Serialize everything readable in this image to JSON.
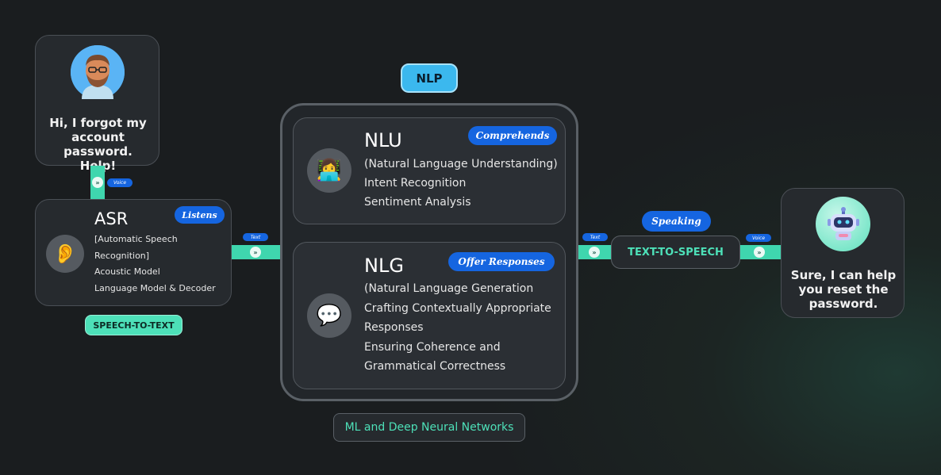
{
  "user": {
    "message_lines": [
      "Hi, I forgot my",
      "account password.",
      "Help!"
    ]
  },
  "voice_tag_left": "Voice",
  "asr": {
    "title": "ASR",
    "badge": "Listens",
    "lines": [
      "[Automatic Speech",
      "Recognition]",
      "Acoustic Model",
      "Language Model & Decoder"
    ],
    "footer": "SPEECH-TO-TEXT",
    "icon": "ear-icon"
  },
  "text_tag_left": "Text",
  "nlp": {
    "label": "NLP"
  },
  "nlu": {
    "title": "NLU",
    "badge": "Comprehends",
    "lines": [
      "(Natural Language Understanding)",
      "Intent Recognition",
      "Sentiment Analysis"
    ],
    "icon": "technologist-icon"
  },
  "nlg": {
    "title": "NLG",
    "badge": "Offer Responses",
    "lines": [
      "(Natural Language Generation",
      "Crafting Contextually Appropriate",
      "Responses",
      "Ensuring Coherence and",
      "Grammatical Correctness"
    ],
    "icon": "speech-bubble-icon"
  },
  "ml_label": "ML and Deep Neural Networks",
  "text_tag_right": "Text",
  "tts": {
    "badge": "Speaking",
    "label": "TEXT-TO-SPEECH"
  },
  "voice_tag_right": "Voice",
  "bot": {
    "message_lines": [
      "Sure, I can help",
      "you reset the",
      "password."
    ],
    "icon": "robot-icon"
  },
  "colors": {
    "accent_green": "#3fd6ae",
    "badge_blue": "#1565e0",
    "nlp_blue": "#3bb8ee"
  }
}
